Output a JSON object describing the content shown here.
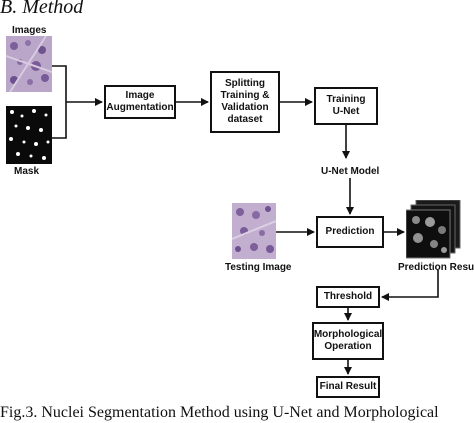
{
  "heading": "B. Method",
  "caption": "Fig.3. Nuclei Segmentation Method using U-Net and Morphological",
  "labels": {
    "images": "Images",
    "mask": "Mask",
    "unet_model": "U-Net Model",
    "testing_image": "Testing Image",
    "prediction_result": "Prediction Result"
  },
  "boxes": {
    "image_augmentation": [
      "Image",
      "Augmentation"
    ],
    "splitting": [
      "Splitting",
      "Training &",
      "Validation",
      "dataset"
    ],
    "training": [
      "Training",
      "U-Net"
    ],
    "prediction": "Prediction",
    "threshold": "Threshold",
    "morphological": [
      "Morphological",
      "Operation"
    ],
    "final_result": "Final Result"
  }
}
